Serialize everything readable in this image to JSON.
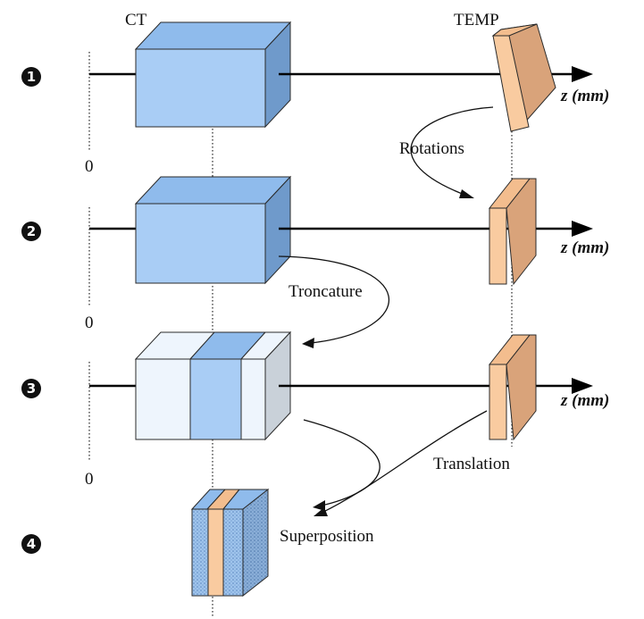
{
  "header": {
    "ct_label": "CT",
    "temp_label": "TEMP"
  },
  "steps": [
    {
      "number": "1",
      "origin": "0",
      "axis_label": "z (mm)"
    },
    {
      "number": "2",
      "origin": "0",
      "axis_label": "z (mm)"
    },
    {
      "number": "3",
      "origin": "0",
      "axis_label": "z (mm)"
    },
    {
      "number": "4"
    }
  ],
  "transitions": {
    "rotations": "Rotations",
    "troncature": "Troncature",
    "translation": "Translation",
    "superposition": "Superposition"
  },
  "colors": {
    "ct_front": "#a9cdf5",
    "ct_top": "#8fbbec",
    "ct_side": "#6f9acb",
    "ct_light": "#eef5fd",
    "ct_light_side": "#c9d1d9",
    "temp_front": "#f9cba0",
    "temp_side": "#d9a37a"
  }
}
